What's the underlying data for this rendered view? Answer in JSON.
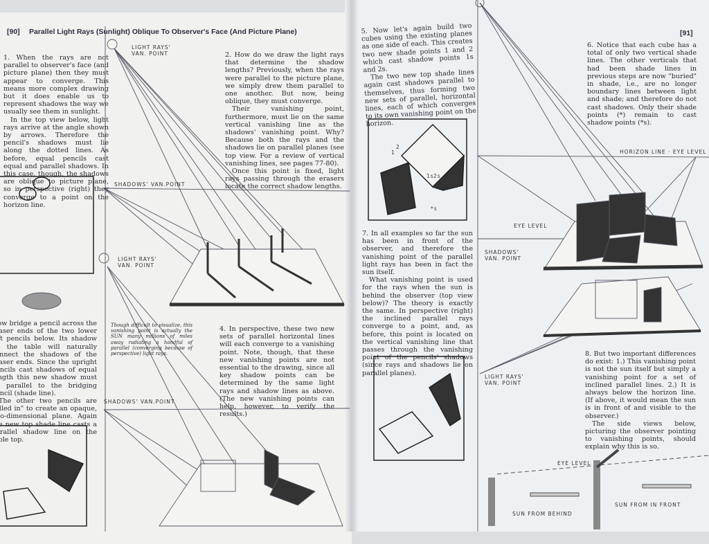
{
  "left_page": {
    "page_number": "[90]",
    "title": "Parallel Light Rays (Sunlight) Oblique To Observer's Face (And Picture Plane)",
    "p1a": "1. When the rays are not parallel to observer's face (and picture plane) then they must appear to converge. This means more complex drawing but it does enable us to represent shadows the way we usually see them in sunlight.",
    "p1b": "In the top view below, light rays arrive at the angle shown by arrows. Therefore the pencil's shadows must lie along the dotted lines. As before, equal pencils cast equal and parallel shadows. In this case, though, the shadows are oblique to picture plane, so in perspective (right) they converge to a point on the horizon line.",
    "p2a": "2. How do we draw the light rays that determine the shadow lengths? Previously, when the rays were parallel to the picture plane, we simply drew them parallel to one another. But now, being oblique, they must converge.",
    "p2b": "Their vanishing point, furthermore, must lie on the same vertical vanishing line as the shadows' vanishing point. Why? Because both the rays and the shadows lie on parallel planes (see top view. For a review of vertical vanishing lines, see pages 77-80).",
    "p2c": "Once this point is fixed, light rays passing through the erasers locate the correct shadow lengths.",
    "p3a": "Now bridge a pencil across the eraser ends of the two lower left pencils below. Its shadow on the table will naturally connect the shadows of the eraser ends. Since the upright pencils cast shadows of equal length this new shadow must be parallel to the bridging pencil (shade line).",
    "p3b": "The other two pencils are \"filled in\" to create an opaque, two-dimensional plane. Again the new top shade line casts a parallel shadow line on the table top.",
    "note": "Though difficult to visualize, this vanishing point is actually the SUN many millions of miles away radiating a handful of parallel (converging because of perspective) light rays.",
    "p4": "4. In perspective, these two new sets of parallel horizontal lines will each converge to a vanishing point. Note, though, that these new vanishing points are not essential to the drawing, since all key shadow points can be determined by the same light rays and shadow lines as above. (The new vanishing points can help, however, to verify the results.)",
    "label_light_rays_1": "LIGHT RAYS' VAN. POINT",
    "label_shadows_1": "SHADOWS' VAN.POINT",
    "label_light_rays_2": "LIGHT RAYS' VAN. POINT",
    "label_shadows_2": "SHADOWS' VAN.POINT"
  },
  "right_page": {
    "page_number": "[91]",
    "p5a": "5. Now let's again build two cubes using the existing planes as one side of each. This creates two new shade points 1 and 2 which cast shadow points 1s and 2s.",
    "p5b": "The two new top shade lines again cast shadows parallel to themselves, thus forming two new sets of parallel, horizontal lines, each of which converges to its own vanishing point on the horizon.",
    "p6": "6. Notice that each cube has a total of only two vertical shade lines. The other verticals that had been shade lines in previous steps are now \"buried\" in shade, i.e., are no longer boundary lines between light and shade; and therefore do not cast shadows. Only their shade points (*) remain to cast shadow points (*s).",
    "p7a": "7. In all examples so far the sun has been in front of the observer, and therefore the vanishing point of the parallel light rays has been in fact the sun itself.",
    "p7b": "What vanishing point is used for the rays when the sun is behind the observer (top view below)? The theory is exactly the same. In perspective (right) the inclined parallel rays converge to a point, and, as before, this point is located on the vertical vanishing line that passes through the vanishing point of the pencils' shadows (since rays and shadows lie on parallel planes).",
    "p8a": "8. But two important differences do exist: 1.) This vanishing point is not the sun itself but simply a vanishing point for a set of inclined parallel lines. 2.) It is always below the horizon line. (If above, it would mean the sun is in front of and visible to the observer.)",
    "p8b": "The side views below, picturing the observer pointing to vanishing points, should explain why this is so.",
    "label_horizon": "HORIZON LINE · EYE LEVEL",
    "label_eye_level": "EYE LEVEL",
    "label_shadows": "SHADOWS' VAN. POINT",
    "label_light_rays": "LIGHT RAYS' VAN. POINT",
    "label_eye_level_2": "EYE LEVEL",
    "label_sun_behind": "SUN FROM BEHIND",
    "label_sun_front": "SUN FROM IN FRONT",
    "fig_labels": [
      "1",
      "2",
      "1s",
      "2s",
      "*",
      "*s"
    ]
  }
}
